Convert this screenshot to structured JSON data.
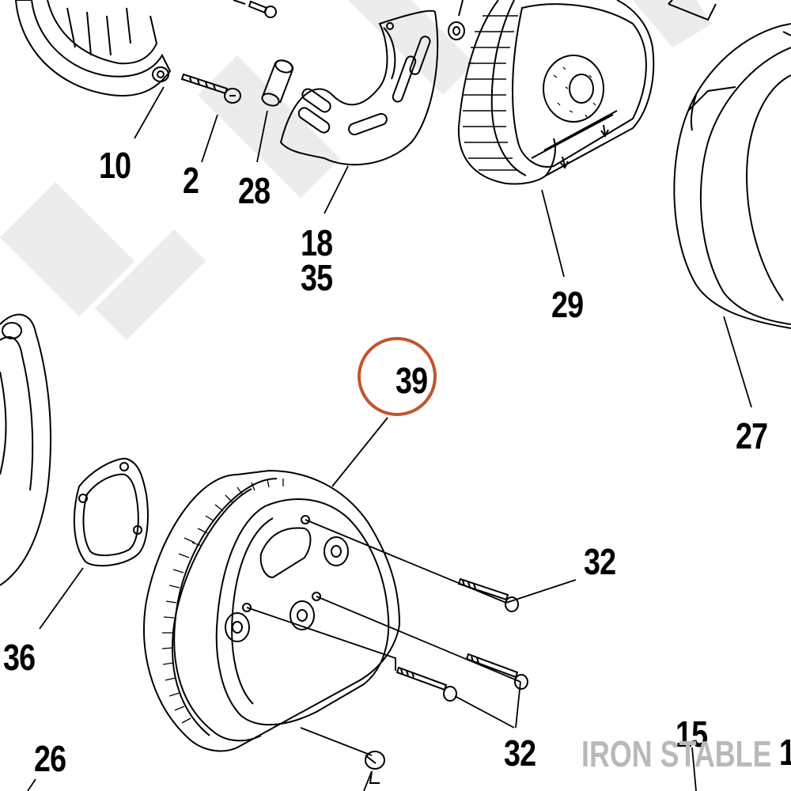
{
  "diagram": {
    "callouts": {
      "c10": "10",
      "c2": "2",
      "c28": "28",
      "c18": "18",
      "c35": "35",
      "c29": "29",
      "c27": "27",
      "c39": "39",
      "c32a": "32",
      "c32b": "32",
      "c36": "36",
      "c26": "26",
      "c15": "15",
      "c1": "1"
    },
    "highlighted_callout": "39",
    "highlight_color": "#c2552f",
    "brand": "IRON STABLE",
    "line_color": "#000000"
  }
}
